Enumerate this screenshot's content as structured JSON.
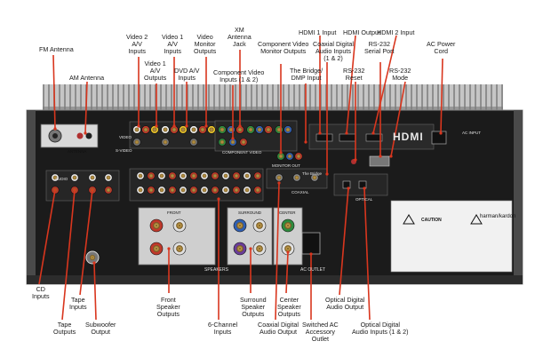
{
  "callouts": {
    "fm_antenna": "FM Antenna",
    "am_antenna": "AM Antenna",
    "video2": "Video 2\nA/V\nInputs",
    "video1_inputs": "Video 1\nA/V\nInputs",
    "video1_outputs": "Video 1\nA/V\nOutputs",
    "video_monitor": "Video\nMonitor\nOutputs",
    "dvd_av": "DVD A/V\nInputs",
    "xm_antenna": "XM\nAntenna\nJack",
    "component_inputs": "Component Video\nInputs (1 & 2)",
    "component_monitor": "Component Video\nMonitor Outputs",
    "bridge": "The Bridge/\nDMP Input",
    "hdmi1": "HDMI 1 Input",
    "coax_inputs": "Coaxial Digital\nAudio Inputs\n(1 & 2)",
    "hdmi_output": "HDMI Output",
    "rs232_serial": "RS-232\nSerial Port",
    "hdmi2": "HDMI 2 Input",
    "rs232_reset": "RS-232\nReset",
    "rs232_mode": "RS-232\nMode",
    "ac_power": "AC Power\nCord",
    "cd_inputs": "CD\nInputs",
    "tape_outputs": "Tape\nOutputs",
    "tape_inputs": "Tape\nInputs",
    "sub_output": "Subwoofer\nOutput",
    "front_spk": "Front\nSpeaker\nOutputs",
    "six_channel": "6-Channel\nInputs",
    "surround_spk": "Surround\nSpeaker\nOutputs",
    "center_spk": "Center\nSpeaker\nOutputs",
    "coax_output": "Coaxial Digital\nAudio Output",
    "switched_ac": "Switched AC\nAccessory\nOutlet",
    "optical_output": "Optical Digital\nAudio Output",
    "optical_inputs": "Optical Digital\nAudio Inputs (1 & 2)"
  },
  "panel": {
    "brand": "harman/kardon",
    "hdmi_logo": "HDMI",
    "speakers_label": "SPEAKERS",
    "ac_outlet": "AC OUTLET",
    "component_video": "COMPONENT VIDEO",
    "caution": "CAUTION",
    "ac_input": "AC INPUT",
    "optical": "OPTICAL",
    "coaxial": "COAXIAL",
    "bridge": "The Bridge",
    "audio": "AUDIO",
    "video": "VIDEO",
    "s_video": "S-VIDEO",
    "antenna": "ANTENNA",
    "front": "FRONT",
    "surround": "SURROUND",
    "center": "CENTER",
    "monitor_out": "MONITOR OUT"
  },
  "colors": {
    "chassis": "#1b1b1b",
    "chassis_edge": "#8a8a8a",
    "callout_line": "#d9361e",
    "jack_red": "#c0392b",
    "jack_white": "#e8e8e8",
    "jack_yellow": "#e6c229",
    "jack_green": "#2e8b3e",
    "jack_blue": "#2f5fb3",
    "jack_purple": "#6a3d9a"
  }
}
